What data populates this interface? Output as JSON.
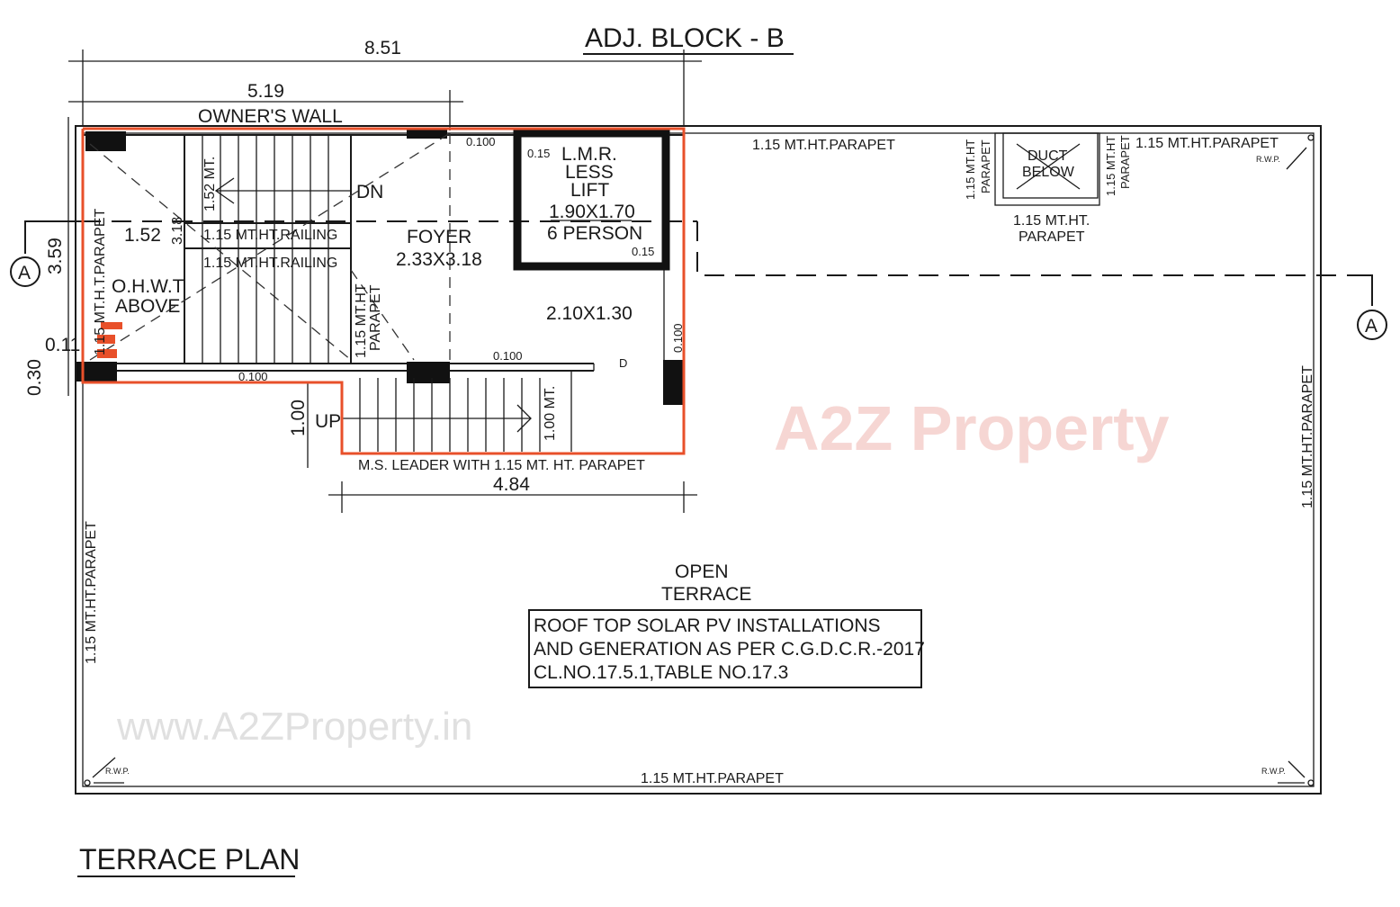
{
  "title": "ADJ. BLOCK - B",
  "plan_title": "TERRACE PLAN",
  "watermark": {
    "logo": "A2Z Property",
    "url": "www.A2ZProperty.in"
  },
  "colors": {
    "outline": "#e8502a",
    "ink": "#1a1a1a"
  },
  "dimensions": {
    "overall_width": "8.51",
    "stair_width": "5.19",
    "depth": "3.59",
    "stair_flight": "1.52",
    "stair_depth": "3.18",
    "flight_length": "1.52 MT.",
    "offset": "0.11",
    "wall": "0.30",
    "leader_depth": "1.00",
    "leader_length": "4.84",
    "leader_flight": "1.00 MT.",
    "wall_a": "0.100",
    "wall_b": "0.100",
    "wall_c": "0.100",
    "wall_d": "0.100",
    "lift_wall_a": "0.15",
    "lift_wall_b": "0.15"
  },
  "labels": {
    "owners_wall": "OWNER'S WALL",
    "dn": "DN",
    "up": "UP",
    "railing_1": "1.15 MT.HT.RAILING",
    "railing_2": "1.15 MT.HT.RAILING",
    "foyer": "FOYER",
    "foyer_size": "2.33X3.18",
    "lmr": "L.M.R.",
    "less": "LESS",
    "lift": "LIFT",
    "lift_size": "1.90X1.70",
    "lift_capacity": "6 PERSON",
    "lobby_size": "2.10X1.30",
    "door": "D",
    "ohwt": "O.H.W.T",
    "above": "ABOVE",
    "left_stair_parapet": "1.15 MT.H.T.PARAPET",
    "mid_parapet_1": "1.15 MT.HT",
    "mid_parapet_2": "PARAPET",
    "leader": "M.S. LEADER WITH 1.15 MT. HT. PARAPET",
    "top_parapet": "1.15 MT.HT.PARAPET",
    "duct_1": "DUCT",
    "duct_2": "BELOW",
    "duct_left_1": "1.15 MT.HT",
    "duct_left_2": "PARAPET",
    "duct_right_1": "1.15 MT.HT",
    "duct_right_2": "PARAPET",
    "duct_bottom_1": "1.15 MT.HT.",
    "duct_bottom_2": "PARAPET",
    "top_right_parapet": "1.15 MT.HT.PARAPET",
    "right_parapet": "1.15 MT.HT.PARAPET",
    "left_parapet": "1.15 MT.HT.PARAPET",
    "bottom_parapet": "1.15 MT.HT.PARAPET",
    "rwp_1": "R.W.P.",
    "rwp_2": "R.W.P.",
    "rwp_3": "R.W.P.",
    "open": "OPEN",
    "terrace": "TERRACE",
    "section_left": "A",
    "section_right": "A"
  },
  "note": [
    "ROOF TOP SOLAR PV INSTALLATIONS",
    "AND GENERATION AS PER C.G.D.C.R.-2017",
    "CL.NO.17.5.1,TABLE NO.17.3"
  ]
}
